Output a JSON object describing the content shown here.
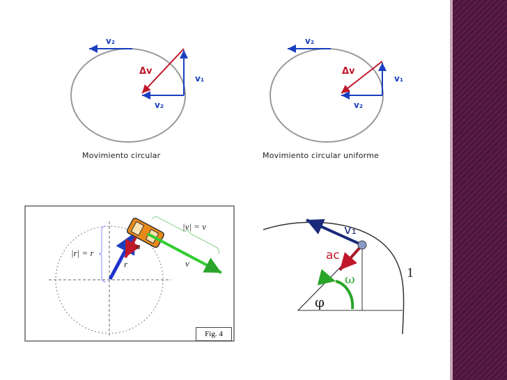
{
  "panel1": {
    "caption": "Movimiento circular",
    "labels": {
      "v2_top": "v₂",
      "dv": "Δv",
      "v1": "v₁",
      "v2_bottom": "v₂"
    }
  },
  "panel2": {
    "caption": "Movimiento circular uniforme",
    "labels": {
      "v2_top": "v₂",
      "dv": "Δv",
      "v1": "v₁",
      "v2_bottom": "v₂"
    }
  },
  "panel3": {
    "label_v_mag": "|v| = v",
    "label_r_mag": "|r| = r",
    "label_a": "a",
    "label_r": "r",
    "label_v": "v",
    "fig_label": "Fig. 4"
  },
  "panel4": {
    "label_v": "v₁",
    "label_ac": "ac",
    "label_omega": "ω",
    "label_phi": "φ",
    "label_one": "1"
  },
  "colors": {
    "blue": "#1a3fbf",
    "red": "#c0182a",
    "green": "#2aa52a",
    "sidebar": "#5a1d47"
  }
}
